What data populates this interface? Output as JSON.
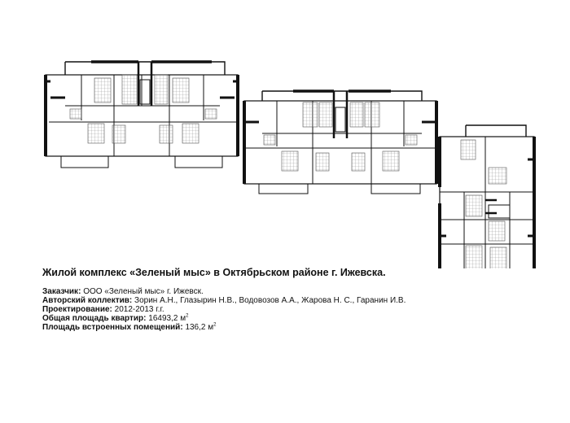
{
  "title": "Жилой комплекс «Зеленый мыс» в Октябрьском районе г. Ижевска.",
  "details": {
    "customer_label": "Заказчик:",
    "customer_value": "ООО «Зеленый мыс» г. Ижевск.",
    "authors_label": "Авторский коллектив:",
    "authors_value": "Зорин А.Н., Глазырин Н.В., Водовозов А.А., Жарова Н. С., Гаранин И.В.",
    "design_label": "Проектирование:",
    "design_value": "2012-2013 г.г.",
    "apartments_area_label": "Общая площадь квартир:",
    "apartments_area_value": "16493,2 м",
    "builtin_area_label": "Площадь встроенных помещений:",
    "builtin_area_value": "136,2 м",
    "area_unit_superscript": "2"
  },
  "colors": {
    "wall": "#111111",
    "hatch": "#9a9a9a",
    "background": "#ffffff"
  }
}
